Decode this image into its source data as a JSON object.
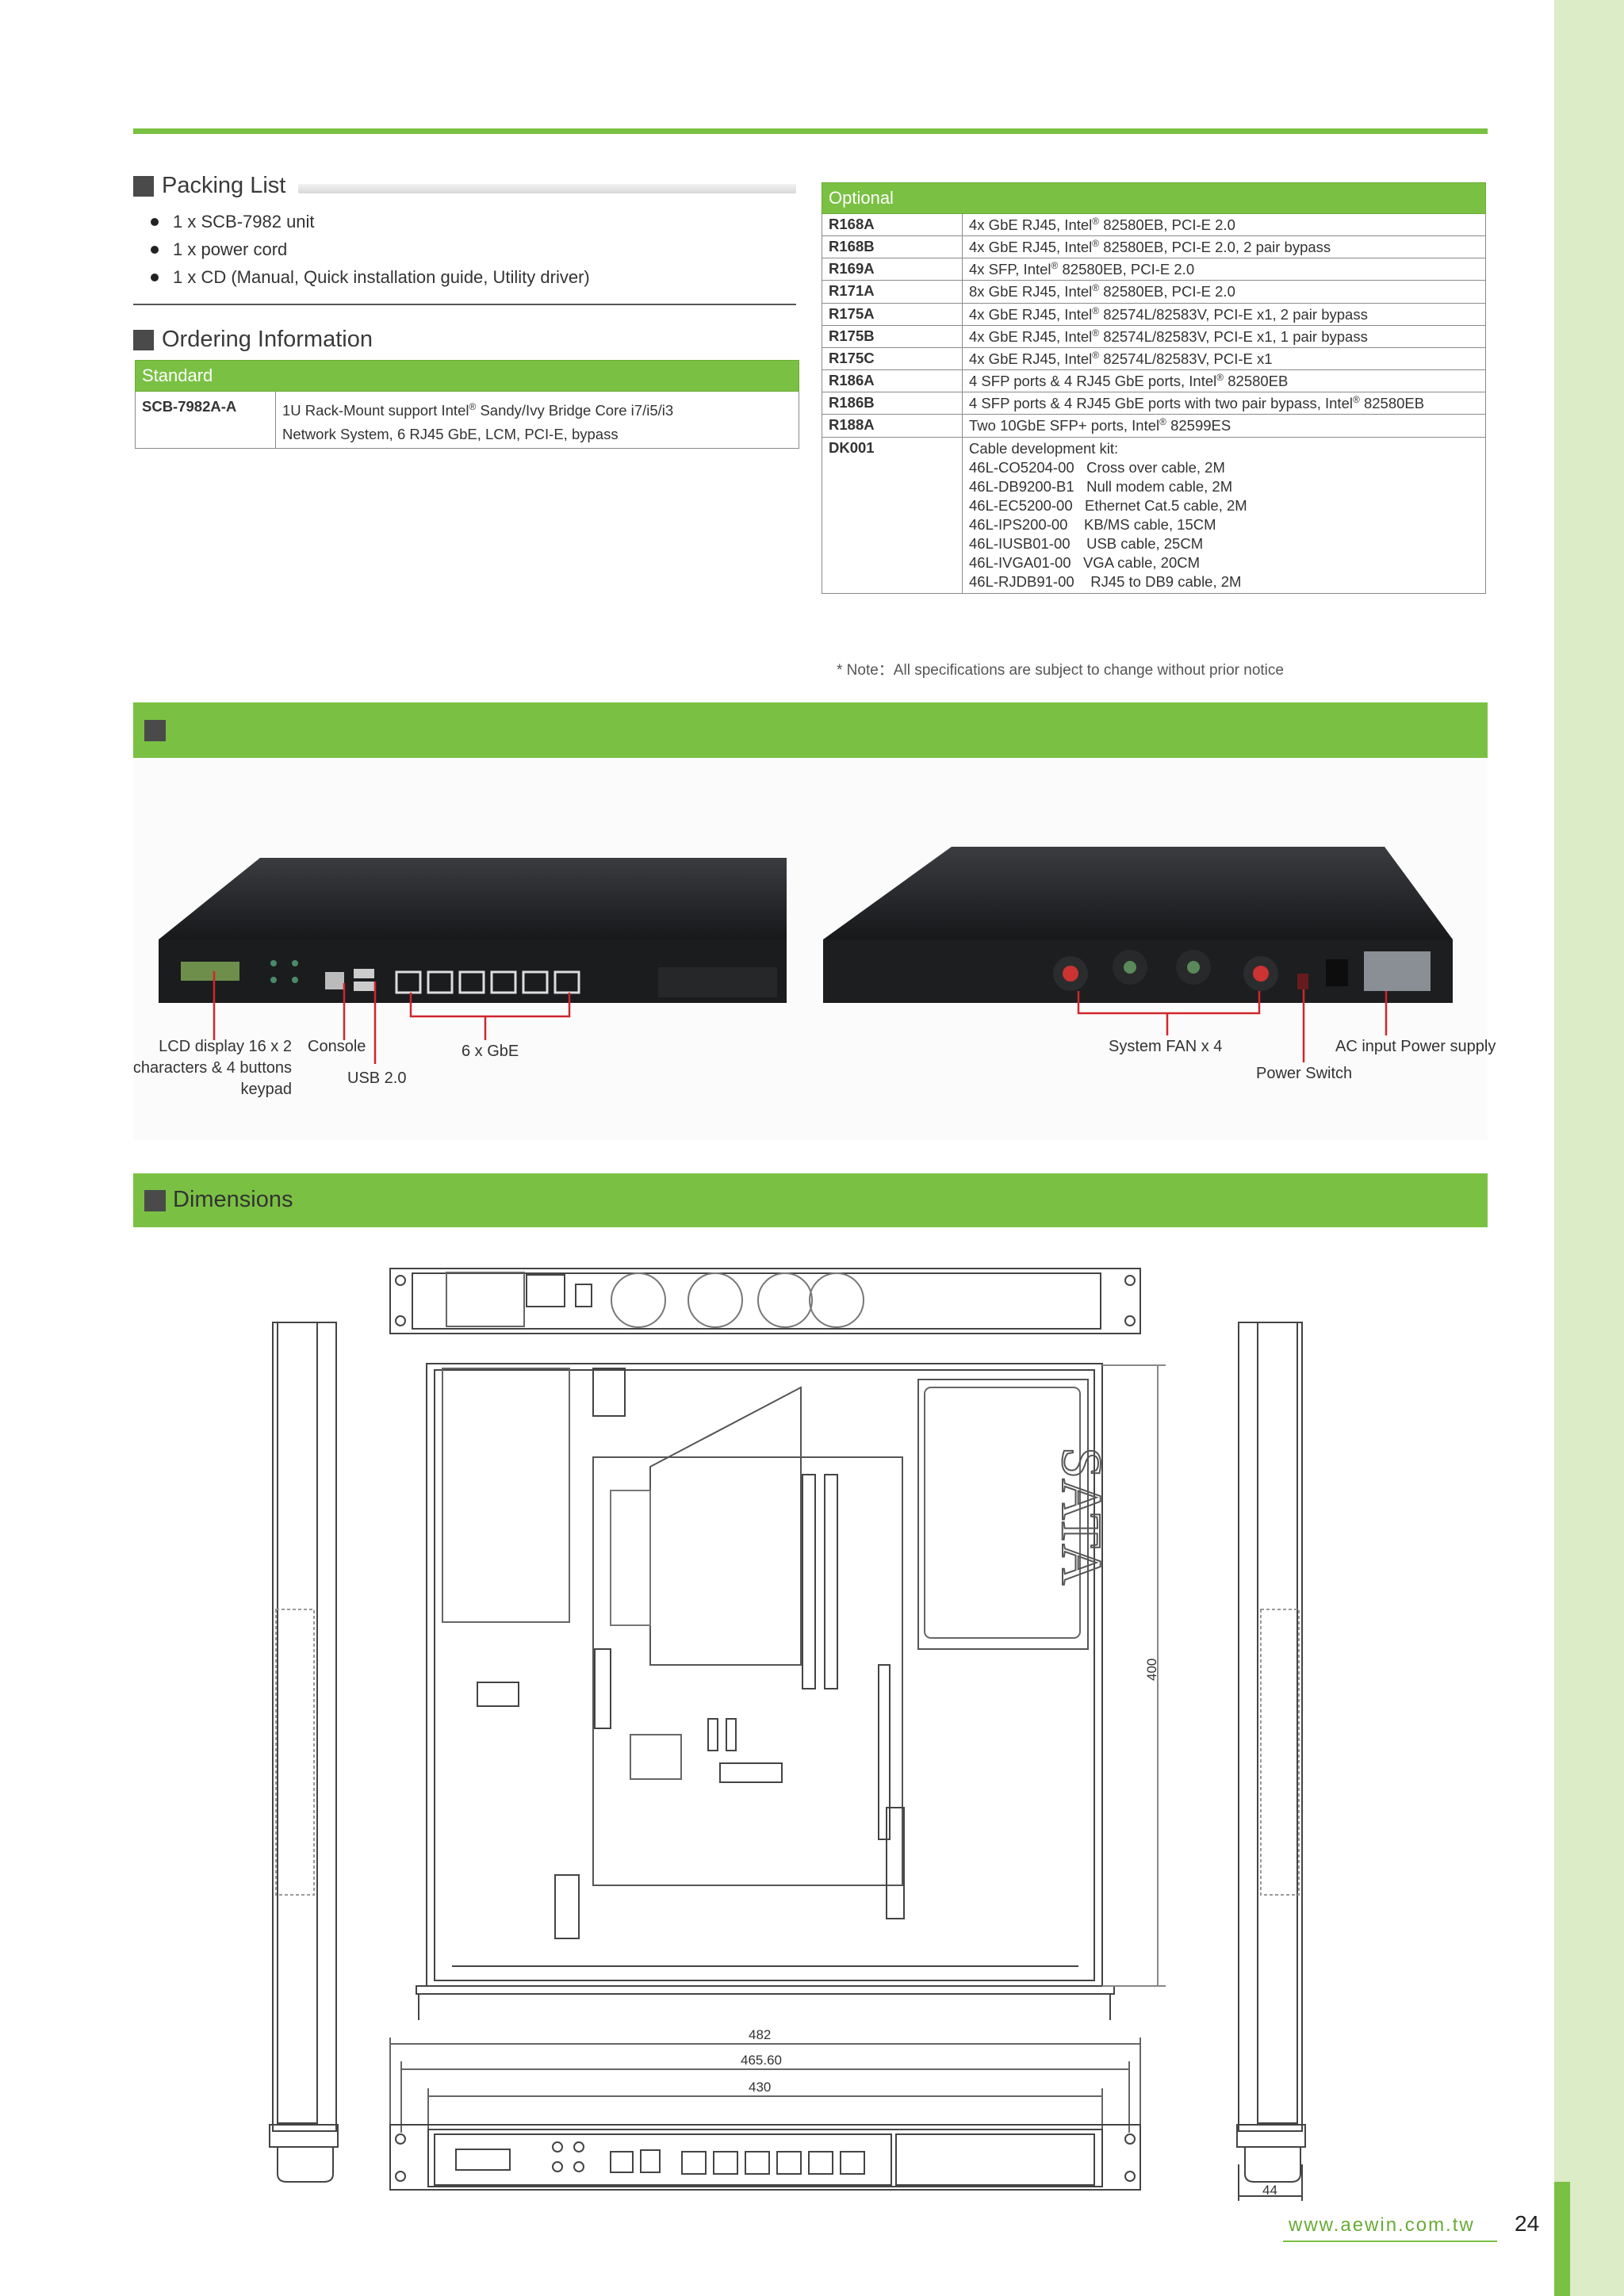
{
  "packing": {
    "title": "Packing List",
    "items": [
      "1 x SCB-7982 unit",
      "1 x power cord",
      "1 x CD (Manual, Quick installation guide, Utility driver)"
    ]
  },
  "ordering": {
    "title": "Ordering Information",
    "header": "Standard",
    "code": "SCB-7982A-A",
    "desc_line1_pre": "1U Rack-Mount support Intel",
    "desc_line1_post": " Sandy/Ivy Bridge Core i7/i5/i3",
    "desc_line2": "Network System, 6 RJ45 GbE, LCM, PCI-E, bypass",
    "reg": "®"
  },
  "optional": {
    "header": "Optional",
    "rows": [
      {
        "code": "R168A",
        "pre": "4x GbE RJ45, Intel",
        "post": " 82580EB, PCI-E 2.0"
      },
      {
        "code": "R168B",
        "pre": "4x GbE RJ45, Intel",
        "post": " 82580EB, PCI-E 2.0, 2 pair bypass"
      },
      {
        "code": "R169A",
        "pre": "4x SFP, Intel",
        "post": " 82580EB, PCI-E 2.0"
      },
      {
        "code": "R171A",
        "pre": "8x GbE RJ45, Intel",
        "post": " 82580EB, PCI-E 2.0"
      },
      {
        "code": "R175A",
        "pre": "4x GbE RJ45, Intel",
        "post": " 82574L/82583V, PCI-E x1, 2 pair bypass"
      },
      {
        "code": "R175B",
        "pre": "4x GbE RJ45, Intel",
        "post": " 82574L/82583V, PCI-E x1, 1 pair bypass"
      },
      {
        "code": "R175C",
        "pre": "4x GbE RJ45, Intel",
        "post": " 82574L/82583V, PCI-E x1"
      },
      {
        "code": "R186A",
        "pre": "4 SFP ports & 4 RJ45 GbE ports, Intel",
        "post": " 82580EB"
      },
      {
        "code": "R186B",
        "pre": "4 SFP ports & 4 RJ45 GbE ports with two pair bypass, Intel",
        "post": " 82580EB"
      },
      {
        "code": "R188A",
        "pre": "Two 10GbE SFP+ ports, Intel",
        "post": " 82599ES"
      }
    ],
    "kit_code": "DK001",
    "kit_title": "Cable development kit:",
    "kit_lines": [
      "46L-CO5204-00   Cross over cable, 2M",
      "46L-DB9200-B1   Null modem cable, 2M",
      "46L-EC5200-00   Ethernet Cat.5 cable, 2M",
      "46L-IPS200-00    KB/MS cable, 15CM",
      "46L-IUSB01-00    USB cable, 25CM",
      "46L-IVGA01-00   VGA cable, 20CM",
      "46L-RJDB91-00    RJ45 to DB9 cable, 2M"
    ],
    "reg": "®"
  },
  "note": "* Note：All specifications are subject to change without prior notice",
  "photos": {
    "lcd_l1": "LCD display 16 x 2",
    "lcd_l2": "characters & 4 buttons",
    "lcd_l3": "keypad",
    "console": "Console",
    "usb": "USB 2.0",
    "gbe": "6 x GbE",
    "fan": "System FAN x 4",
    "power_switch": "Power Switch",
    "ac": "AC input Power supply"
  },
  "dimensions": {
    "title": "Dimensions",
    "d400": "400",
    "d44": "44",
    "d482": "482",
    "d465": "465.60",
    "d430": "430",
    "sata": "SATA"
  },
  "footer": {
    "url": "www.aewin.com.tw",
    "page": "24"
  },
  "colors": {
    "accent": "#7ac143",
    "side_band": "#dcecc6",
    "callout_red": "#d0262c"
  }
}
